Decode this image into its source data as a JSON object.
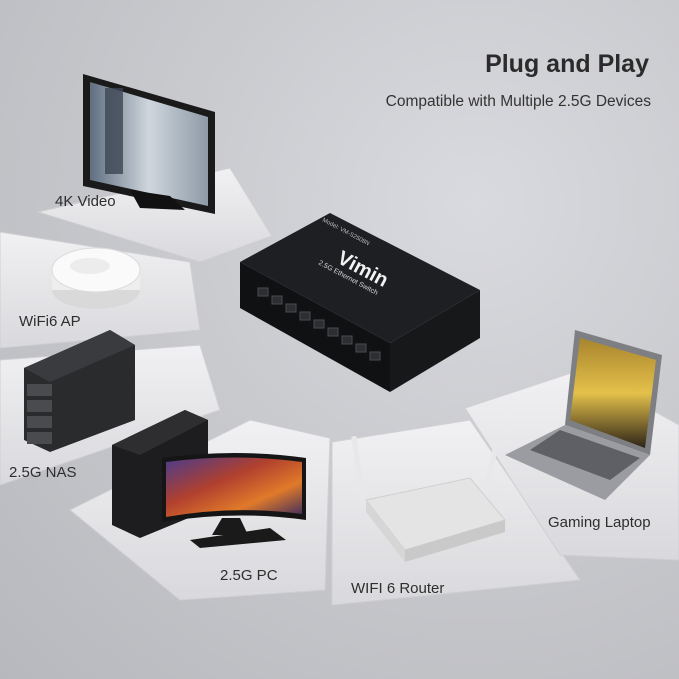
{
  "heading": {
    "title": "Plug and Play",
    "subtitle": "Compatible with Multiple 2.5G Devices"
  },
  "switch": {
    "brand": "Vimin",
    "type": "2.5G Ethernet Switch",
    "model": "Model: VM-S2508N"
  },
  "devices": {
    "video": "4K Video",
    "ap": "WiFi6 AP",
    "nas": "2.5G NAS",
    "pc": "2.5G PC",
    "router": "WIFI 6 Router",
    "laptop": "Gaming Laptop"
  },
  "colors": {
    "background": "#c9cace",
    "platform": "#e9e9ec",
    "device_dark": "#1c1c1e",
    "router_body": "#e6e6e6"
  }
}
